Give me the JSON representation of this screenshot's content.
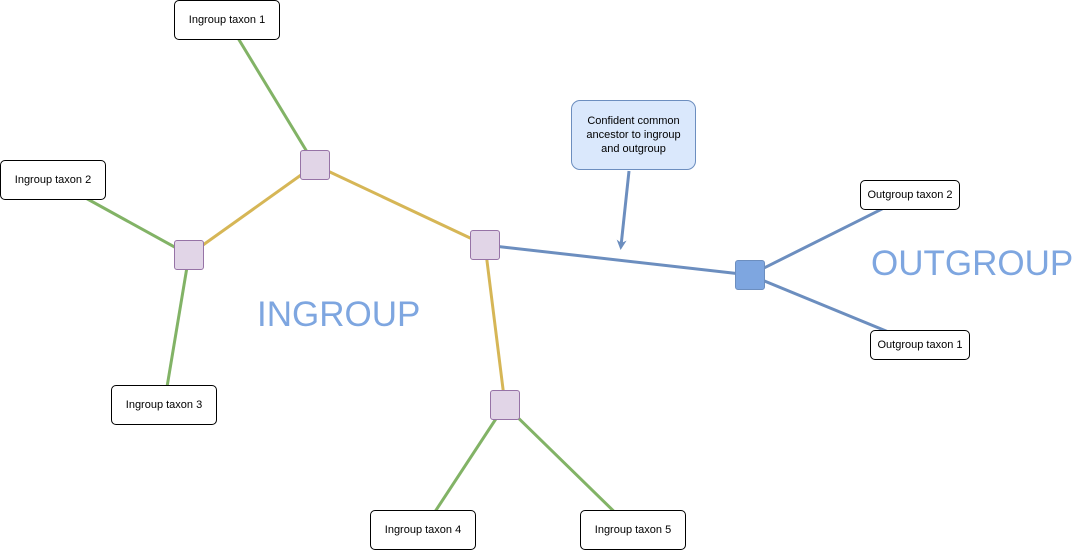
{
  "diagram": {
    "group_labels": {
      "ingroup": "INGROUP",
      "outgroup": "OUTGROUP"
    },
    "callout": {
      "text": "Confident common ancestor to ingroup and outgroup"
    },
    "taxa": {
      "in1": "Ingroup taxon 1",
      "in2": "Ingroup taxon 2",
      "in3": "Ingroup taxon 3",
      "in4": "Ingroup taxon 4",
      "in5": "Ingroup taxon 5",
      "out1": "Outgroup taxon 1",
      "out2": "Outgroup taxon 2"
    },
    "colors": {
      "leaf_edge": "#82b366",
      "internal_edge": "#d6b656",
      "outgroup_edge": "#6c8ebf",
      "ingroup_node_fill": "#e1d5e7",
      "ingroup_node_stroke": "#9673a6",
      "root_node_fill": "#7ea6e0",
      "group_label": "#7ea6e0",
      "callout_fill": "#dae8fc"
    },
    "edges": [
      {
        "from": "in1",
        "to": "nodeA",
        "kind": "leaf"
      },
      {
        "from": "in2",
        "to": "nodeB",
        "kind": "leaf"
      },
      {
        "from": "in3",
        "to": "nodeB",
        "kind": "leaf"
      },
      {
        "from": "in4",
        "to": "nodeD",
        "kind": "leaf"
      },
      {
        "from": "in5",
        "to": "nodeD",
        "kind": "leaf"
      },
      {
        "from": "nodeA",
        "to": "nodeB",
        "kind": "internal"
      },
      {
        "from": "nodeA",
        "to": "nodeC",
        "kind": "internal"
      },
      {
        "from": "nodeC",
        "to": "nodeD",
        "kind": "internal"
      },
      {
        "from": "nodeC",
        "to": "root",
        "kind": "outgroup"
      },
      {
        "from": "root",
        "to": "out1",
        "kind": "outgroup"
      },
      {
        "from": "root",
        "to": "out2",
        "kind": "outgroup"
      }
    ]
  }
}
